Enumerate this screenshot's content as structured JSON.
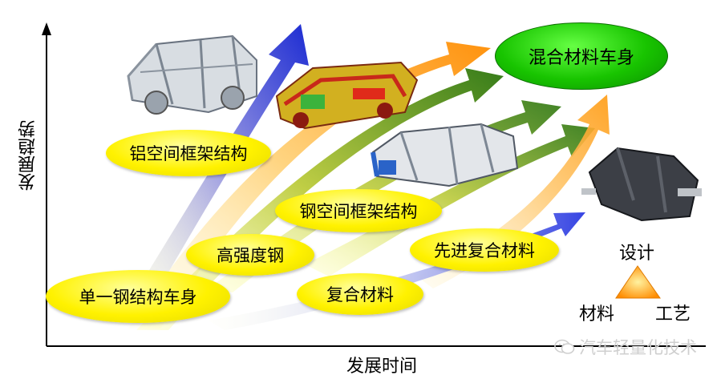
{
  "axes": {
    "x_label": "发展时间",
    "y_label": "发展趋势"
  },
  "stages": {
    "single_steel_body": "单一钢结构车身",
    "high_strength_steel": "高强度钢",
    "steel_space_frame": "钢空间框架结构",
    "aluminum_space_frame": "铝空间框架结构",
    "composite": "复合材料",
    "advanced_composite": "先进复合材料",
    "hybrid_material_body": "混合材料车身"
  },
  "triad": {
    "top": "设计",
    "left": "材料",
    "right": "工艺"
  },
  "watermark": {
    "text": "汽车轻量化技术"
  },
  "colors": {
    "ellipse_yellow": "#fff200",
    "green_ellipse": "#18c400",
    "arrow_blue": "#1a2bd8",
    "arrow_orange": "#ff9a1a",
    "arrow_green": "#2e7d00"
  }
}
